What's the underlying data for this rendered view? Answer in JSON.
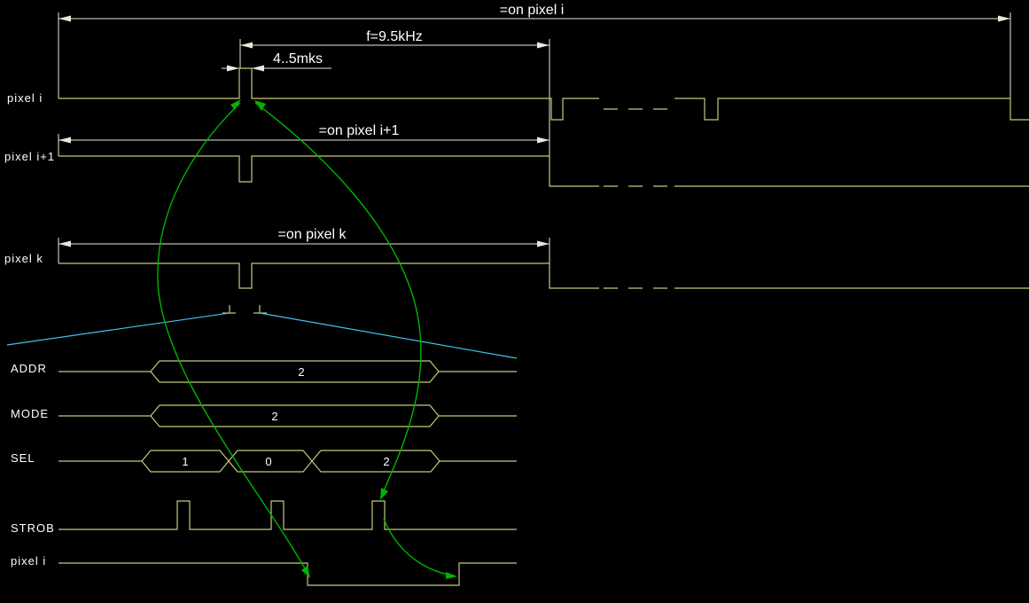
{
  "colors": {
    "background": "#000000",
    "trace": "#C8C87E",
    "dim": "#E8E8DC",
    "text": "#FFFFFF",
    "zoom": "#3FC4EF",
    "green": "#00B400"
  },
  "annotations": {
    "on_pixel_i": "=on pixel i",
    "freq": "f=9.5kHz",
    "pulse_width": "4..5mks",
    "on_pixel_i1": "=on pixel i+1",
    "on_pixel_k": "=on pixel k"
  },
  "labels": {
    "pixel_i": "pixel i",
    "pixel_i1": "pixel i+1",
    "pixel_k": "pixel k",
    "addr": "ADDR",
    "mode": "MODE",
    "sel": "SEL",
    "strob": "STROB",
    "pixel_i_out": "pixel i"
  },
  "bus_values": {
    "addr": "2",
    "mode": "2",
    "sel": [
      "1",
      "0",
      "2"
    ]
  }
}
